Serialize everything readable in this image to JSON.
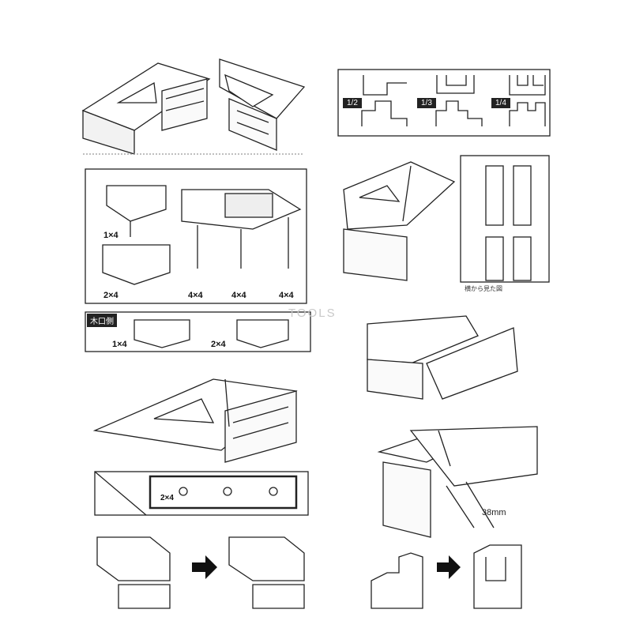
{
  "watermark": "TOOLS",
  "panel_tag": "木口側",
  "side_view_caption": "横から見た図",
  "tools_label": "TOOLS",
  "sizes": {
    "s1x4": "1×4",
    "s2x4": "2×4",
    "s4x4": "4×4"
  },
  "fractions": [
    "1/2",
    "1/3",
    "1/4"
  ],
  "dimension": "38mm",
  "icons": [
    "arrow-right-icon",
    "arrow-right-icon"
  ]
}
